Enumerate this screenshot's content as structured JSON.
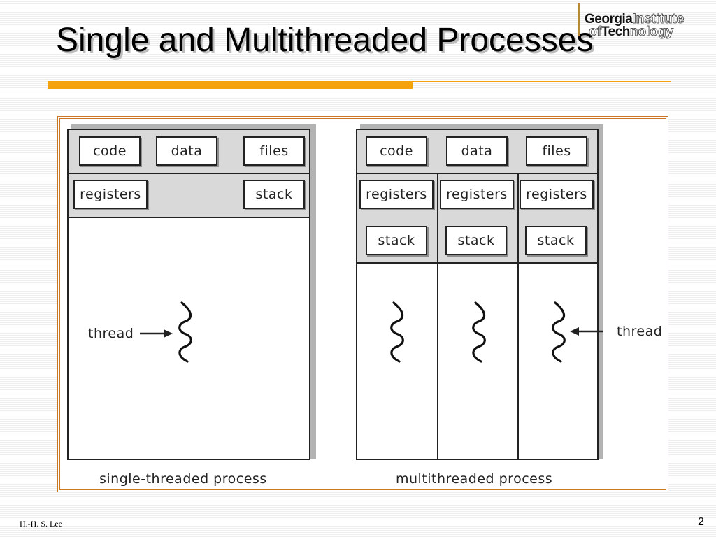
{
  "slide": {
    "title": "Single and Multithreaded Processes",
    "author": "H.-H. S. Lee",
    "page_number": "2"
  },
  "logo": {
    "line1_bold": "Georgia",
    "line1_outline": "Institute",
    "line2_outline_a": "of",
    "line2_bold": "Tech",
    "line2_outline_b": "nology"
  },
  "single": {
    "cells": {
      "code": "code",
      "data": "data",
      "files": "files",
      "registers": "registers",
      "stack": "stack"
    },
    "thread_label": "thread",
    "caption": "single-threaded process"
  },
  "multi": {
    "shared": {
      "code": "code",
      "data": "data",
      "files": "files"
    },
    "threads": [
      {
        "registers": "registers",
        "stack": "stack"
      },
      {
        "registers": "registers",
        "stack": "stack"
      },
      {
        "registers": "registers",
        "stack": "stack"
      }
    ],
    "thread_label": "thread",
    "caption": "multithreaded process"
  },
  "colors": {
    "accent_rule": "#f4a30f",
    "frame_border": "#cc7722",
    "band_gray": "#d9d9d9"
  },
  "icons": [
    "thread-squiggle-icon",
    "arrow-right-icon",
    "arrow-left-icon"
  ]
}
